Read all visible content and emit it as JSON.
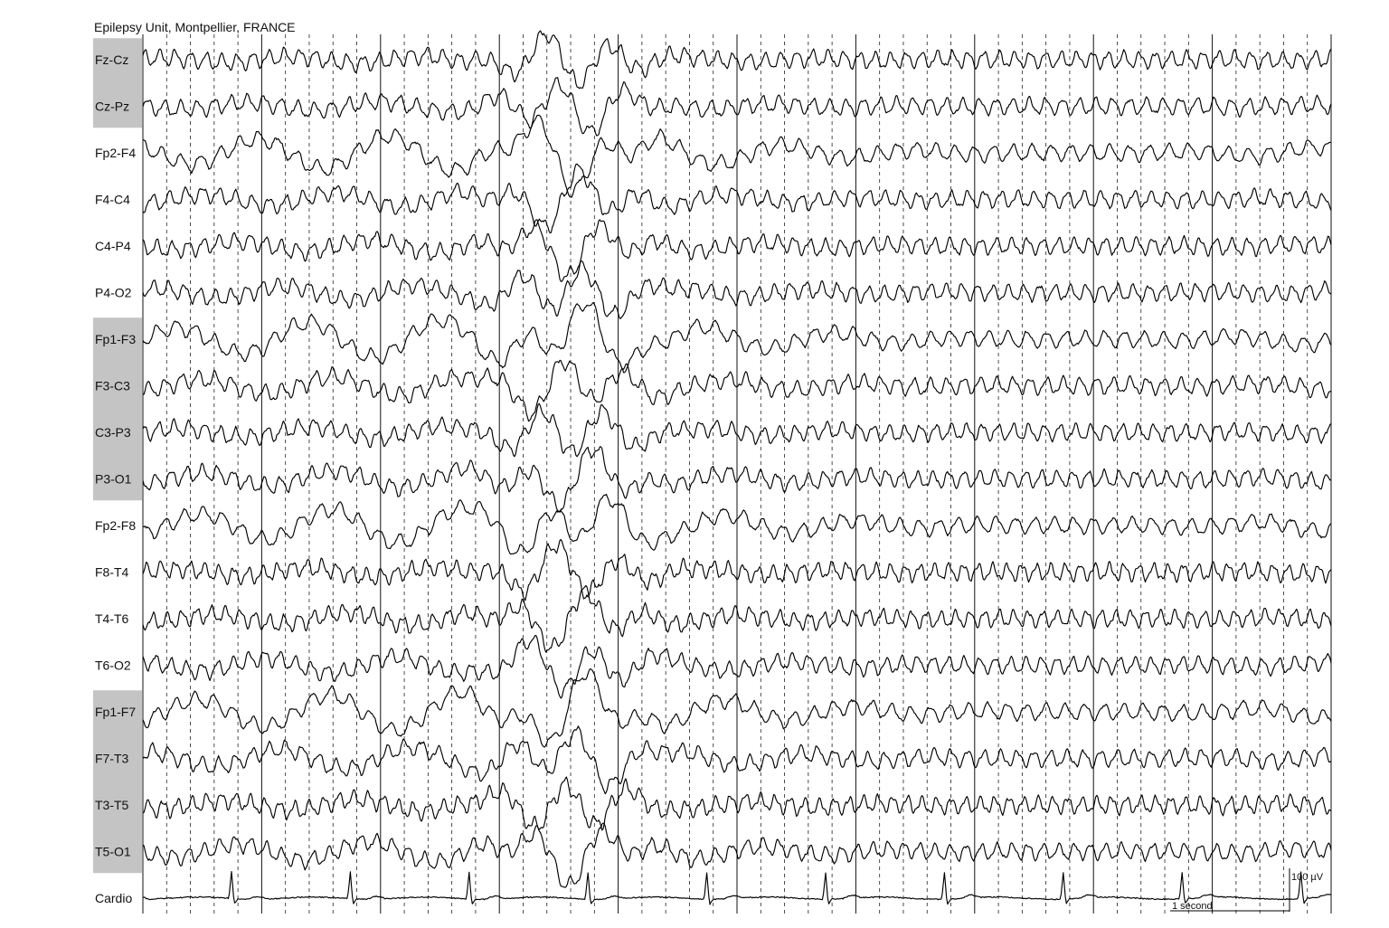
{
  "header": {
    "title": "Epilepsy Unit, Montpellier, FRANCE"
  },
  "chart_data": {
    "type": "line",
    "title": "Epilepsy Unit, Montpellier, FRANCE",
    "xlabel": "",
    "ylabel": "",
    "grid": true,
    "seconds_shown": 10,
    "grid_divisions_per_second": 5,
    "series": [
      {
        "name": "Fz-Cz",
        "shaded": true,
        "freq": 7.5,
        "slow": 0.3,
        "ripple": 0.5
      },
      {
        "name": "Cz-Pz",
        "shaded": true,
        "freq": 7.0,
        "slow": 0.4,
        "ripple": 0.45
      },
      {
        "name": "Fp2-F4",
        "shaded": false,
        "freq": 6.0,
        "slow": 1.4,
        "ripple": 0.35
      },
      {
        "name": "F4-C4",
        "shaded": false,
        "freq": 7.0,
        "slow": 0.6,
        "ripple": 0.5
      },
      {
        "name": "C4-P4",
        "shaded": false,
        "freq": 7.5,
        "slow": 0.5,
        "ripple": 0.5
      },
      {
        "name": "P4-O2",
        "shaded": false,
        "freq": 7.5,
        "slow": 0.6,
        "ripple": 0.45
      },
      {
        "name": "Fp1-F3",
        "shaded": true,
        "freq": 6.0,
        "slow": 1.5,
        "ripple": 0.35
      },
      {
        "name": "F3-C3",
        "shaded": true,
        "freq": 7.0,
        "slow": 0.8,
        "ripple": 0.5
      },
      {
        "name": "C3-P3",
        "shaded": true,
        "freq": 7.5,
        "slow": 0.5,
        "ripple": 0.5
      },
      {
        "name": "P3-O1",
        "shaded": true,
        "freq": 7.5,
        "slow": 0.7,
        "ripple": 0.45
      },
      {
        "name": "Fp2-F8",
        "shaded": false,
        "freq": 6.0,
        "slow": 1.4,
        "ripple": 0.35
      },
      {
        "name": "F8-T4",
        "shaded": false,
        "freq": 8.0,
        "slow": 0.4,
        "ripple": 0.6
      },
      {
        "name": "T4-T6",
        "shaded": false,
        "freq": 8.0,
        "slow": 0.5,
        "ripple": 0.55
      },
      {
        "name": "T6-O2",
        "shaded": false,
        "freq": 7.5,
        "slow": 0.7,
        "ripple": 0.45
      },
      {
        "name": "Fp1-F7",
        "shaded": true,
        "freq": 6.0,
        "slow": 1.5,
        "ripple": 0.35
      },
      {
        "name": "F7-T3",
        "shaded": true,
        "freq": 7.0,
        "slow": 0.9,
        "ripple": 0.5
      },
      {
        "name": "T3-T5",
        "shaded": true,
        "freq": 8.0,
        "slow": 0.5,
        "ripple": 0.6
      },
      {
        "name": "T5-O1",
        "shaded": true,
        "freq": 7.5,
        "slow": 0.8,
        "ripple": 0.45
      },
      {
        "name": "Cardio",
        "shaded": false,
        "type": "ecg",
        "beats_per_second": 1.0
      }
    ],
    "scale_bar": {
      "time_label": "1 second",
      "time_value_s": 1,
      "amplitude_label": "100 µV",
      "amplitude_value_uV": 100
    },
    "colors": {
      "trace": "#000000",
      "shade": "#c4c4c4",
      "background": "#ffffff"
    }
  }
}
